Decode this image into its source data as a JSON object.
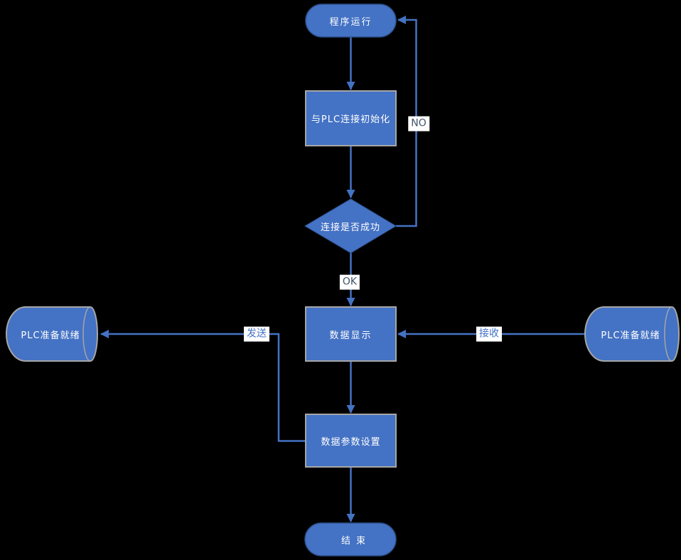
{
  "canvas": {
    "background": "#000000"
  },
  "palette": {
    "node_fill": "#4472C4",
    "process_border": "#A6A6A6",
    "terminator_border": "#2F528F",
    "connector": "#4472C4",
    "node_text": "#FFFFFF",
    "edge_label_dark": "#44546A",
    "edge_label_blue": "#4472C4",
    "edge_label_bg": "#FFFFFF"
  },
  "nodes": {
    "start": {
      "label": "程序运行",
      "type": "terminator"
    },
    "init": {
      "label": "与PLC连接初始化",
      "type": "process"
    },
    "decision": {
      "label": "连接是否成功",
      "type": "decision"
    },
    "display": {
      "label": "数据显示",
      "type": "process"
    },
    "params": {
      "label": "数据参数设置",
      "type": "process"
    },
    "end": {
      "label": "结束",
      "type": "terminator"
    },
    "plc_send": {
      "label": "PLC准备就绪",
      "type": "stored-data"
    },
    "plc_receive": {
      "label": "PLC准备就绪",
      "type": "stored-data"
    }
  },
  "edges": [
    {
      "from": "start",
      "to": "init",
      "label": ""
    },
    {
      "from": "init",
      "to": "decision",
      "label": ""
    },
    {
      "from": "decision",
      "to": "start",
      "label": "NO"
    },
    {
      "from": "decision",
      "to": "display",
      "label": "OK"
    },
    {
      "from": "plc_receive",
      "to": "display",
      "label": "接收"
    },
    {
      "from": "display",
      "to": "params",
      "label": ""
    },
    {
      "from": "params",
      "to": "plc_send",
      "label": "发送"
    },
    {
      "from": "params",
      "to": "end",
      "label": ""
    }
  ]
}
